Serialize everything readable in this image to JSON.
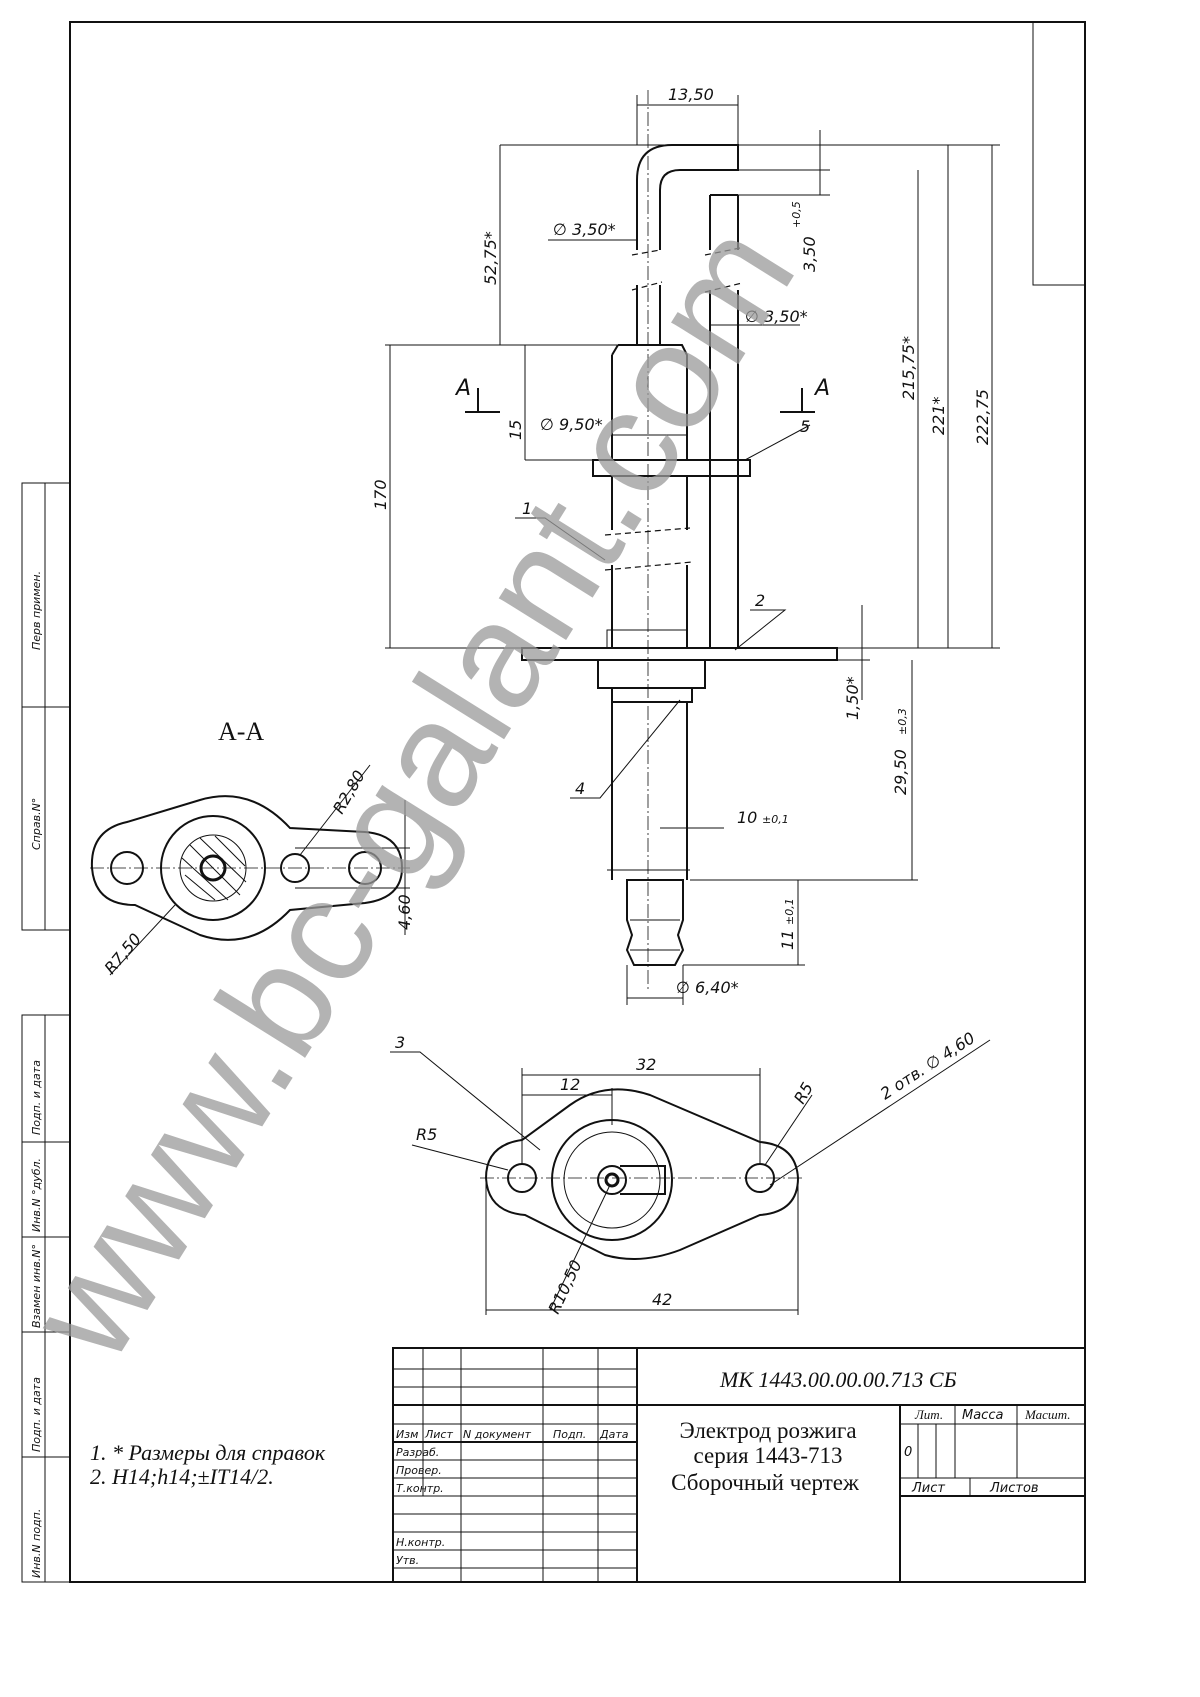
{
  "section_label": "A-A",
  "cut_marks": {
    "left": "A",
    "right": "A"
  },
  "dimensions": {
    "top_width": "13,50",
    "tip_length": "52,75*",
    "rod_diameter_1": "∅ 3,50*",
    "rod_gap": "3,50",
    "rod_gap_tol": "+0,5",
    "rod_diameter_2": "∅ 3,50*",
    "overall_1": "215,75*",
    "overall_2": "221*",
    "overall_3": "222,75",
    "insulator_len": "170",
    "collar_offset": "15",
    "insulator_diameter": "∅ 9,50*",
    "flange_thk": "1,50*",
    "lower_len": "29,50",
    "lower_len_tol": "±0,3",
    "offset_10": "10",
    "offset_10_tol": "±0,1",
    "tip_11": "11",
    "tip_11_tol": "±0,1",
    "tip_diameter": "∅ 6,40*",
    "section_r280": "R2,80",
    "section_r750": "R7,50",
    "section_460": "4,60",
    "flange_32": "32",
    "flange_12": "12",
    "flange_42": "42",
    "flange_r5_left": "R5",
    "flange_r5_right": "R5",
    "flange_holes": "2 отв. ∅ 4,60",
    "flange_r1050": "R10,50"
  },
  "callouts": [
    "1",
    "2",
    "3",
    "4",
    "5"
  ],
  "notes": [
    "1. * Размеры для справок",
    "2. H14;h14;±IT14/2."
  ],
  "side_stamp": [
    "Перв примен.",
    "Справ.N°",
    "Подп. и дата",
    "Инв.N °дубл.",
    "Взамен инв.N°",
    "Подп. и дата",
    "Инв.N подп."
  ],
  "title_block": {
    "designation": "МК 1443.00.00.00.713 СБ",
    "title_line1": "Электрод розжига",
    "title_line2": "серия 1443-713",
    "title_line3": "Сборочный чертеж",
    "headers": [
      "Изм",
      "Лист",
      "N документ",
      "Подп.",
      "Дата"
    ],
    "roles": [
      "Разраб.",
      "Провер.",
      "Т.контр.",
      "Н.контр.",
      "Утв."
    ],
    "lit": "Лит.",
    "mass": "Масса",
    "scale": "Масшт.",
    "lit_value": "0",
    "sheet": "Лист",
    "sheets": "Листов"
  },
  "watermark": "www.bc-galant.com"
}
